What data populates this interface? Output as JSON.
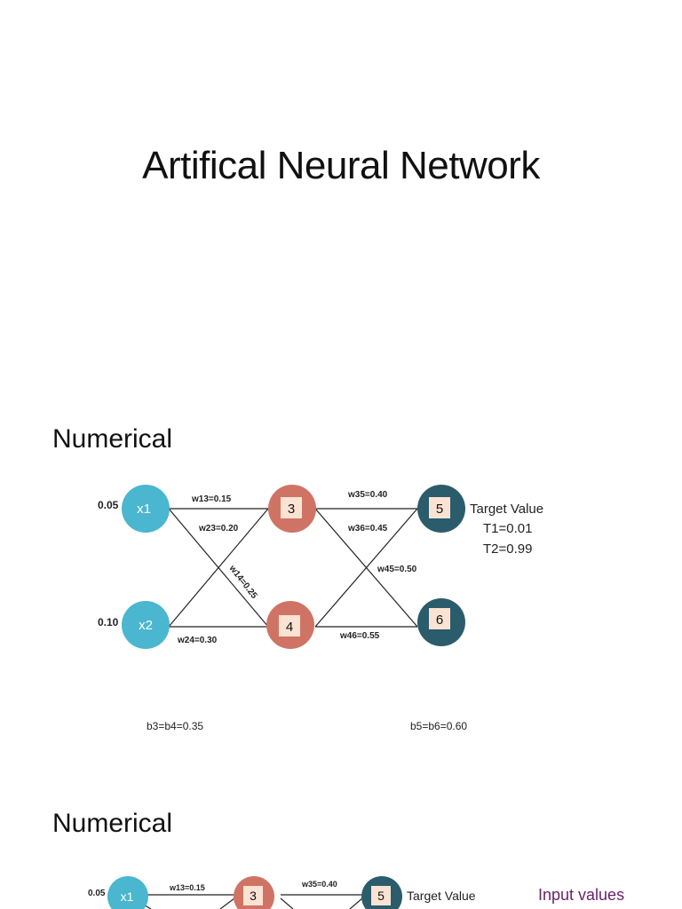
{
  "title": "Artifical Neural Network",
  "sections": [
    {
      "heading": "Numerical",
      "inputs": [
        {
          "name": "x1",
          "value": "0.05"
        },
        {
          "name": "x2",
          "value": "0.10"
        }
      ],
      "hidden": [
        "3",
        "4"
      ],
      "outputs": [
        "5",
        "6"
      ],
      "weights": {
        "w13": "w13=0.15",
        "w23": "w23=0.20",
        "w14": "w14=0.25",
        "w24": "w24=0.30",
        "w35": "w35=0.40",
        "w36": "w36=0.45",
        "w45": "w45=0.50",
        "w46": "w46=0.55"
      },
      "target": {
        "title": "Target Value",
        "t1": "T1=0.01",
        "t2": "T2=0.99"
      },
      "bias_hidden": "b3=b4=0.35",
      "bias_output": "b5=b6=0.60"
    },
    {
      "heading": "Numerical",
      "inputs": [
        {
          "name": "x1",
          "value": "0.05"
        }
      ],
      "hidden": [
        "3"
      ],
      "outputs": [
        "5"
      ],
      "weights": {
        "w13": "w13=0.15",
        "w35": "w35=0.40"
      },
      "target": {
        "title": "Target Value"
      },
      "note": "Input values"
    }
  ],
  "colors": {
    "input_node": "#4ab6cf",
    "hidden_node": "#cf7464",
    "output_node": "#2b5c6b",
    "label_box": "#fbe3d3",
    "note_text": "#6a1f6a"
  }
}
